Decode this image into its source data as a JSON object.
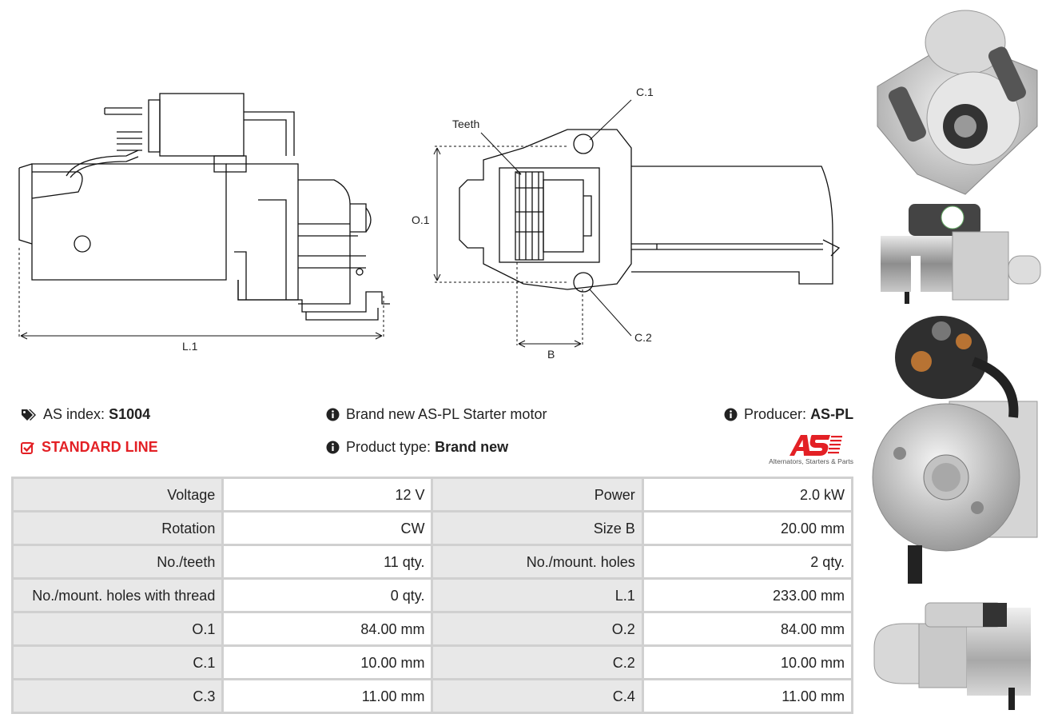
{
  "drawing_labels": {
    "l1": "L.1",
    "teeth": "Teeth",
    "c1": "C.1",
    "c2": "C.2",
    "o1": "O.1",
    "b": "B"
  },
  "info": {
    "as_index_label": "AS index:",
    "as_index_value": "S1004",
    "line_label": "STANDARD LINE",
    "description": "Brand new AS-PL Starter motor",
    "product_type_label": "Product type:",
    "product_type_value": "Brand new",
    "producer_label": "Producer:",
    "producer_value": "AS-PL"
  },
  "logo": {
    "text": "AS",
    "caption": "Alternators, Starters & Parts",
    "color": "#e32025"
  },
  "specs": [
    [
      {
        "label": "Voltage",
        "value": "12 V"
      },
      {
        "label": "Power",
        "value": "2.0 kW"
      }
    ],
    [
      {
        "label": "Rotation",
        "value": "CW"
      },
      {
        "label": "Size B",
        "value": "20.00 mm"
      }
    ],
    [
      {
        "label": "No./teeth",
        "value": "11 qty."
      },
      {
        "label": "No./mount. holes",
        "value": "2 qty."
      }
    ],
    [
      {
        "label": "No./mount. holes with thread",
        "value": "0 qty."
      },
      {
        "label": "L.1",
        "value": "233.00 mm"
      }
    ],
    [
      {
        "label": "O.1",
        "value": "84.00 mm"
      },
      {
        "label": "O.2",
        "value": "84.00 mm"
      }
    ],
    [
      {
        "label": "C.1",
        "value": "10.00 mm"
      },
      {
        "label": "C.2",
        "value": "10.00 mm"
      }
    ],
    [
      {
        "label": "C.3",
        "value": "11.00 mm"
      },
      {
        "label": "C.4",
        "value": "11.00 mm"
      }
    ]
  ],
  "icons": {
    "tags": "tags-icon",
    "check": "check-square-icon",
    "info": "info-circle-icon"
  },
  "colors": {
    "accent_red": "#e32025",
    "table_label_bg": "#e8e8e8",
    "table_border": "#d0d0d0"
  }
}
